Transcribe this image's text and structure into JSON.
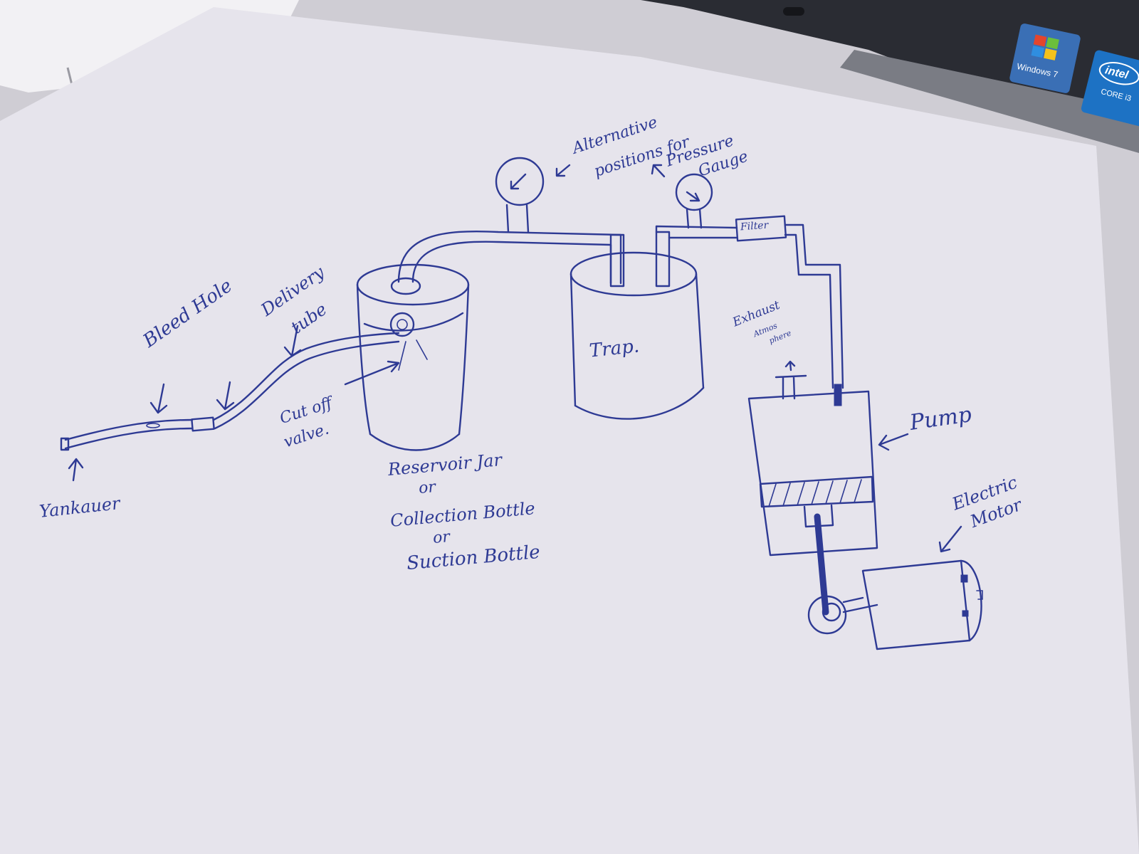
{
  "labels": {
    "gauge_note_1": "Alternative",
    "gauge_note_2": "positions",
    "gauge_note_3": "for",
    "gauge_note_4": "Pressure",
    "gauge_note_5": "Gauge",
    "filter": "Filter",
    "bleed_hole": "Bleed Hole",
    "delivery_tube_1": "Delivery",
    "delivery_tube_2": "tube",
    "cut_off_valve_1": "Cut off",
    "cut_off_valve_2": "valve.",
    "yankauer": "Yankauer",
    "reservoir_line_1": "Reservoir Jar",
    "or_1": "or",
    "reservoir_line_2": "Collection Bottle",
    "or_2": "or",
    "reservoir_line_3": "Suction Bottle",
    "trap": "Trap.",
    "exhaust_1": "Exhaust",
    "exhaust_2": "Atmos",
    "exhaust_3": "phere",
    "pump": "Pump",
    "electric_motor_1": "Electric",
    "electric_motor_2": "Motor"
  },
  "laptop_stickers": {
    "windows": "Windows 7",
    "intel": "intel",
    "core": "CORE i3"
  },
  "colors": {
    "ink": "#2e3a94",
    "paper": "#e6e4ec",
    "laptop": "#2a2c33"
  }
}
